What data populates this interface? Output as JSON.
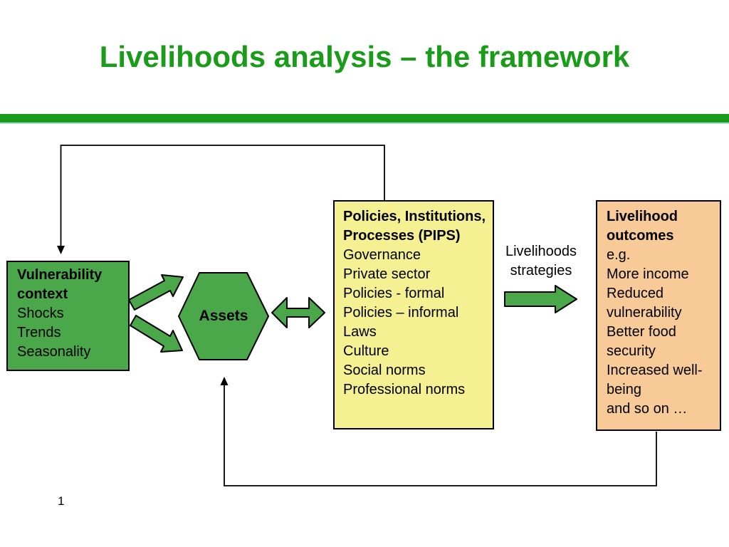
{
  "slide": {
    "title": "Livelihoods analysis – the framework",
    "page_number": "1"
  },
  "colors": {
    "title_green": "#1a9c1a",
    "bar_accent": "#aed9d6",
    "shape_green": "#4aa84a",
    "box_yellow": "#f5f091",
    "box_orange": "#f8ca97",
    "outline": "#000000"
  },
  "diagram": {
    "vulnerability_box": {
      "title": "Vulnerability context",
      "items": [
        "Shocks",
        "Trends",
        "Seasonality"
      ]
    },
    "assets_hexagon": {
      "label": "Assets"
    },
    "pips_box": {
      "title": "Policies, Institutions, Processes (PIPS)",
      "items": [
        "Governance",
        "Private sector",
        "Policies - formal",
        "Policies – informal",
        "Laws",
        "Culture",
        "Social norms",
        "Professional norms"
      ]
    },
    "strategies_label": {
      "line1": "Livelihoods",
      "line2": "strategies"
    },
    "outcomes_box": {
      "title": "Livelihood outcomes",
      "items": [
        "e.g.",
        "More income",
        "Reduced vulnerability",
        "Better food security",
        "Increased well-being",
        "and so on …"
      ]
    }
  }
}
